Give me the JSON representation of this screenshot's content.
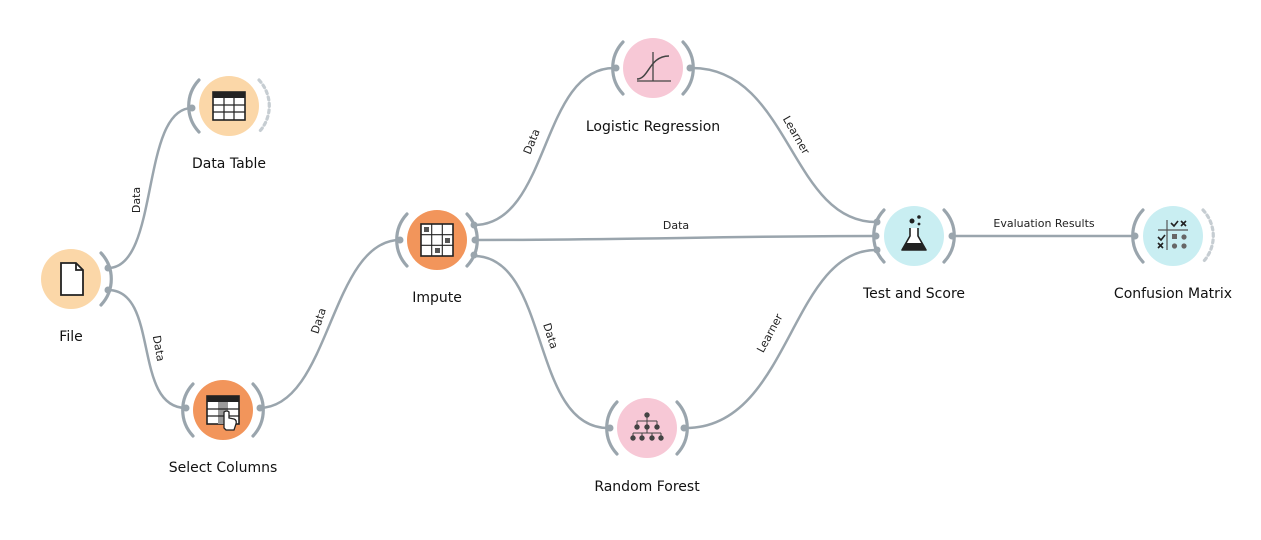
{
  "colors": {
    "data_widget": "#fbd7a8",
    "transform_widget": "#f2955b",
    "model_widget": "#f7c8d6",
    "evaluate_widget": "#c9eef2",
    "link": "#9aa5ad"
  },
  "nodes": {
    "file": {
      "label": "File",
      "icon": "document-icon"
    },
    "data_table": {
      "label": "Data Table",
      "icon": "table-icon"
    },
    "select_columns": {
      "label": "Select Columns",
      "icon": "select-columns-icon"
    },
    "impute": {
      "label": "Impute",
      "icon": "impute-grid-icon"
    },
    "logistic_regression": {
      "label": "Logistic Regression",
      "icon": "sigmoid-curve-icon"
    },
    "random_forest": {
      "label": "Random Forest",
      "icon": "tree-hierarchy-icon"
    },
    "test_and_score": {
      "label": "Test and Score",
      "icon": "flask-icon"
    },
    "confusion_matrix": {
      "label": "Confusion Matrix",
      "icon": "check-cross-matrix-icon"
    }
  },
  "links": {
    "file_to_data_table": "Data",
    "file_to_select_columns": "Data",
    "select_columns_to_impute": "Data",
    "impute_to_logistic_regression": "Data",
    "impute_to_test_and_score": "Data",
    "impute_to_random_forest": "Data",
    "logistic_regression_to_test_and_score": "Learner",
    "random_forest_to_test_and_score": "Learner",
    "test_and_score_to_confusion_matrix": "Evaluation Results"
  }
}
